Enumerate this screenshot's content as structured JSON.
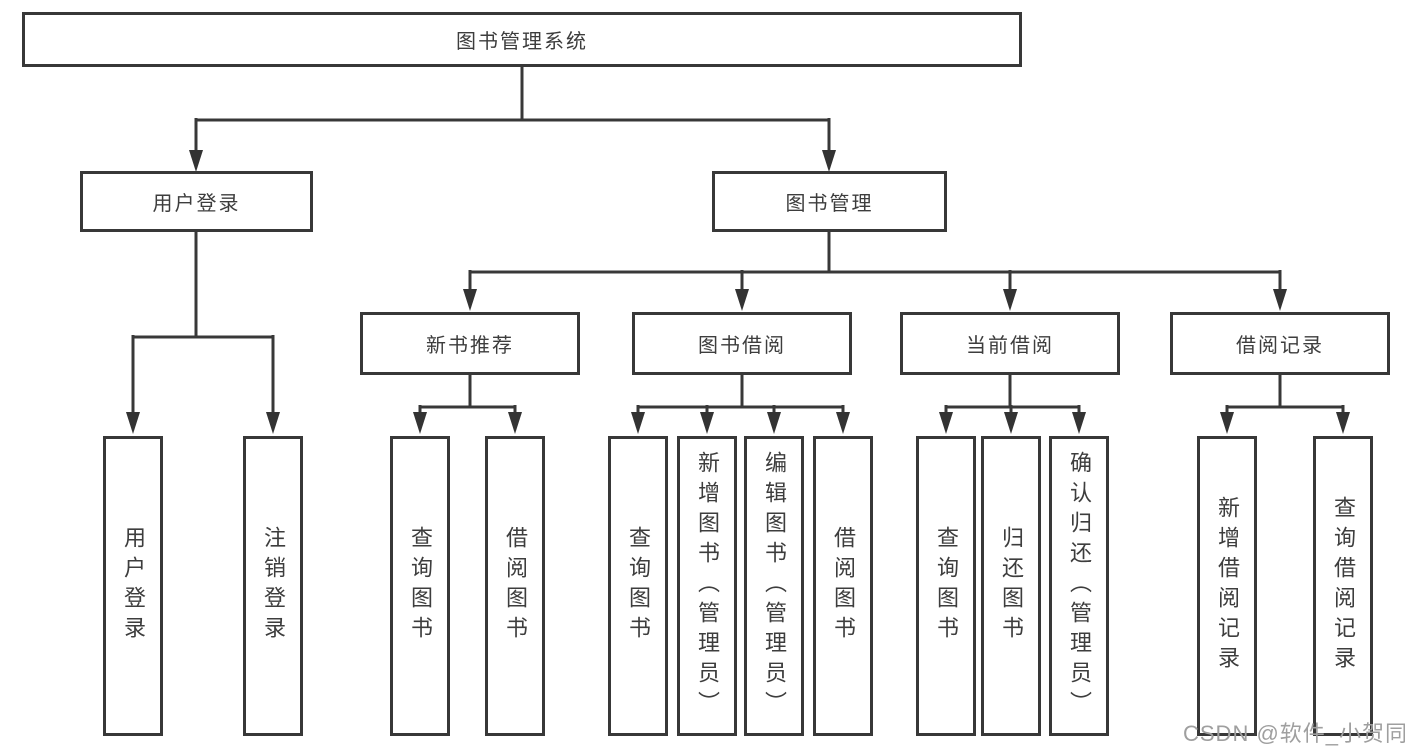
{
  "diagram_title": "图书管理系统",
  "tree": {
    "root": {
      "label": "图书管理系统",
      "children": [
        {
          "label": "用户登录",
          "children": [
            {
              "label": "用户登录"
            },
            {
              "label": "注销登录"
            }
          ]
        },
        {
          "label": "图书管理",
          "children": [
            {
              "label": "新书推荐",
              "children": [
                {
                  "label": "查询图书"
                },
                {
                  "label": "借阅图书"
                }
              ]
            },
            {
              "label": "图书借阅",
              "children": [
                {
                  "label": "查询图书"
                },
                {
                  "label": "新增图书（管理员）"
                },
                {
                  "label": "编辑图书（管理员）"
                },
                {
                  "label": "借阅图书"
                }
              ]
            },
            {
              "label": "当前借阅",
              "children": [
                {
                  "label": "查询图书"
                },
                {
                  "label": "归还图书"
                },
                {
                  "label": "确认归还（管理员）"
                }
              ]
            },
            {
              "label": "借阅记录",
              "children": [
                {
                  "label": "新增借阅记录"
                },
                {
                  "label": "查询借阅记录"
                }
              ]
            }
          ]
        }
      ]
    }
  },
  "watermark": {
    "text": "CSDN @软件_小贺同学"
  },
  "colors": {
    "line": "#383838",
    "box_border": "#383838",
    "text": "#3d3d3d",
    "watermark": "#9f9f9f",
    "background": "#ffffff"
  }
}
